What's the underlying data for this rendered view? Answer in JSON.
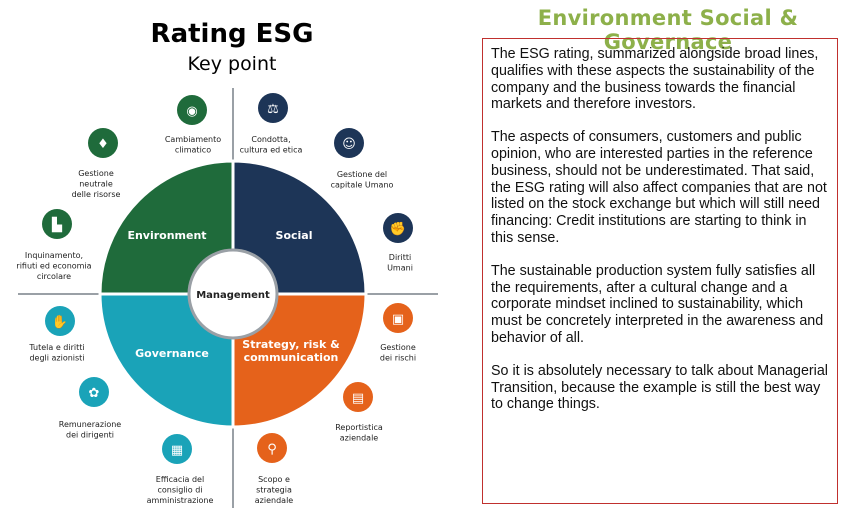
{
  "diagram": {
    "title": "Rating ESG",
    "subtitle": "Key point",
    "center": "Management",
    "segments": [
      {
        "id": "environment",
        "label": "Environment",
        "color": "#1f6b3b"
      },
      {
        "id": "social",
        "label": "Social",
        "color": "#1d3557"
      },
      {
        "id": "governance",
        "label": "Governance",
        "color": "#1aa3b8"
      },
      {
        "id": "strategy",
        "label": [
          "Strategy, risk &",
          "communication"
        ],
        "color": "#e5621b"
      }
    ],
    "keypoints": [
      {
        "id": "cambiamento",
        "lines": [
          "Cambiamento",
          "climatico"
        ],
        "color": "#1f6b3b",
        "icon": "globe-icon",
        "glyph": "◉"
      },
      {
        "id": "gestione-neutrale",
        "lines": [
          "Gestione",
          "neutrale",
          "delle risorse"
        ],
        "color": "#1f6b3b",
        "icon": "water-drop-icon",
        "glyph": "♦"
      },
      {
        "id": "inquinamento",
        "lines": [
          "Inquinamento,",
          "rifiuti ed economia",
          "circolare"
        ],
        "color": "#1f6b3b",
        "icon": "factory-icon",
        "glyph": "▙"
      },
      {
        "id": "condotta",
        "lines": [
          "Condotta,",
          "cultura ed etica"
        ],
        "color": "#1d3557",
        "icon": "scales-icon",
        "glyph": "⚖"
      },
      {
        "id": "capitale-umano",
        "lines": [
          "Gestione del",
          "capitale Umano"
        ],
        "color": "#1d3557",
        "icon": "people-icon",
        "glyph": "☺"
      },
      {
        "id": "diritti",
        "lines": [
          "Diritti",
          "Umani"
        ],
        "color": "#1d3557",
        "icon": "fist-icon",
        "glyph": "✊"
      },
      {
        "id": "tutela",
        "lines": [
          "Tutela e diritti",
          "degli azionisti"
        ],
        "color": "#1aa3b8",
        "icon": "handshake-icon",
        "glyph": "✋"
      },
      {
        "id": "remunerazione",
        "lines": [
          "Remunerazione",
          "dei dirigenti"
        ],
        "color": "#1aa3b8",
        "icon": "coins-hand-icon",
        "glyph": "✿"
      },
      {
        "id": "efficacia",
        "lines": [
          "Efficacia del",
          "consiglio di",
          "amministrazione"
        ],
        "color": "#1aa3b8",
        "icon": "board-icon",
        "glyph": "▦"
      },
      {
        "id": "rischi",
        "lines": [
          "Gestione",
          "dei rischi"
        ],
        "color": "#e5621b",
        "icon": "monitor-icon",
        "glyph": "▣"
      },
      {
        "id": "reportistica",
        "lines": [
          "Reportistica",
          "aziendale"
        ],
        "color": "#e5621b",
        "icon": "calculator-icon",
        "glyph": "▤"
      },
      {
        "id": "scopo",
        "lines": [
          "Scopo e",
          "strategia",
          "aziendale"
        ],
        "color": "#e5621b",
        "icon": "magnifier-icon",
        "glyph": "⚲"
      }
    ]
  },
  "right": {
    "title": "Environment Social & Governace",
    "paragraphs": [
      "The ESG rating, summarized alongside broad lines, qualifies with these aspects the sustainability of the company and the business towards the financial markets and therefore investors.",
      "The aspects of consumers, customers and public opinion, who are interested parties in the reference business, should not be underestimated. That said, the ESG rating will also affect companies that are not listed on the stock exchange but which will still need financing: Credit institutions are starting to think in this sense.",
      "The sustainable production system fully satisfies all the requirements, after a cultural change and a corporate mindset inclined to sustainability, which must be concretely interpreted in the awareness and behavior of all.",
      "So it is absolutely necessary to talk about Managerial Transition, because the example is still the best way to change things."
    ]
  }
}
